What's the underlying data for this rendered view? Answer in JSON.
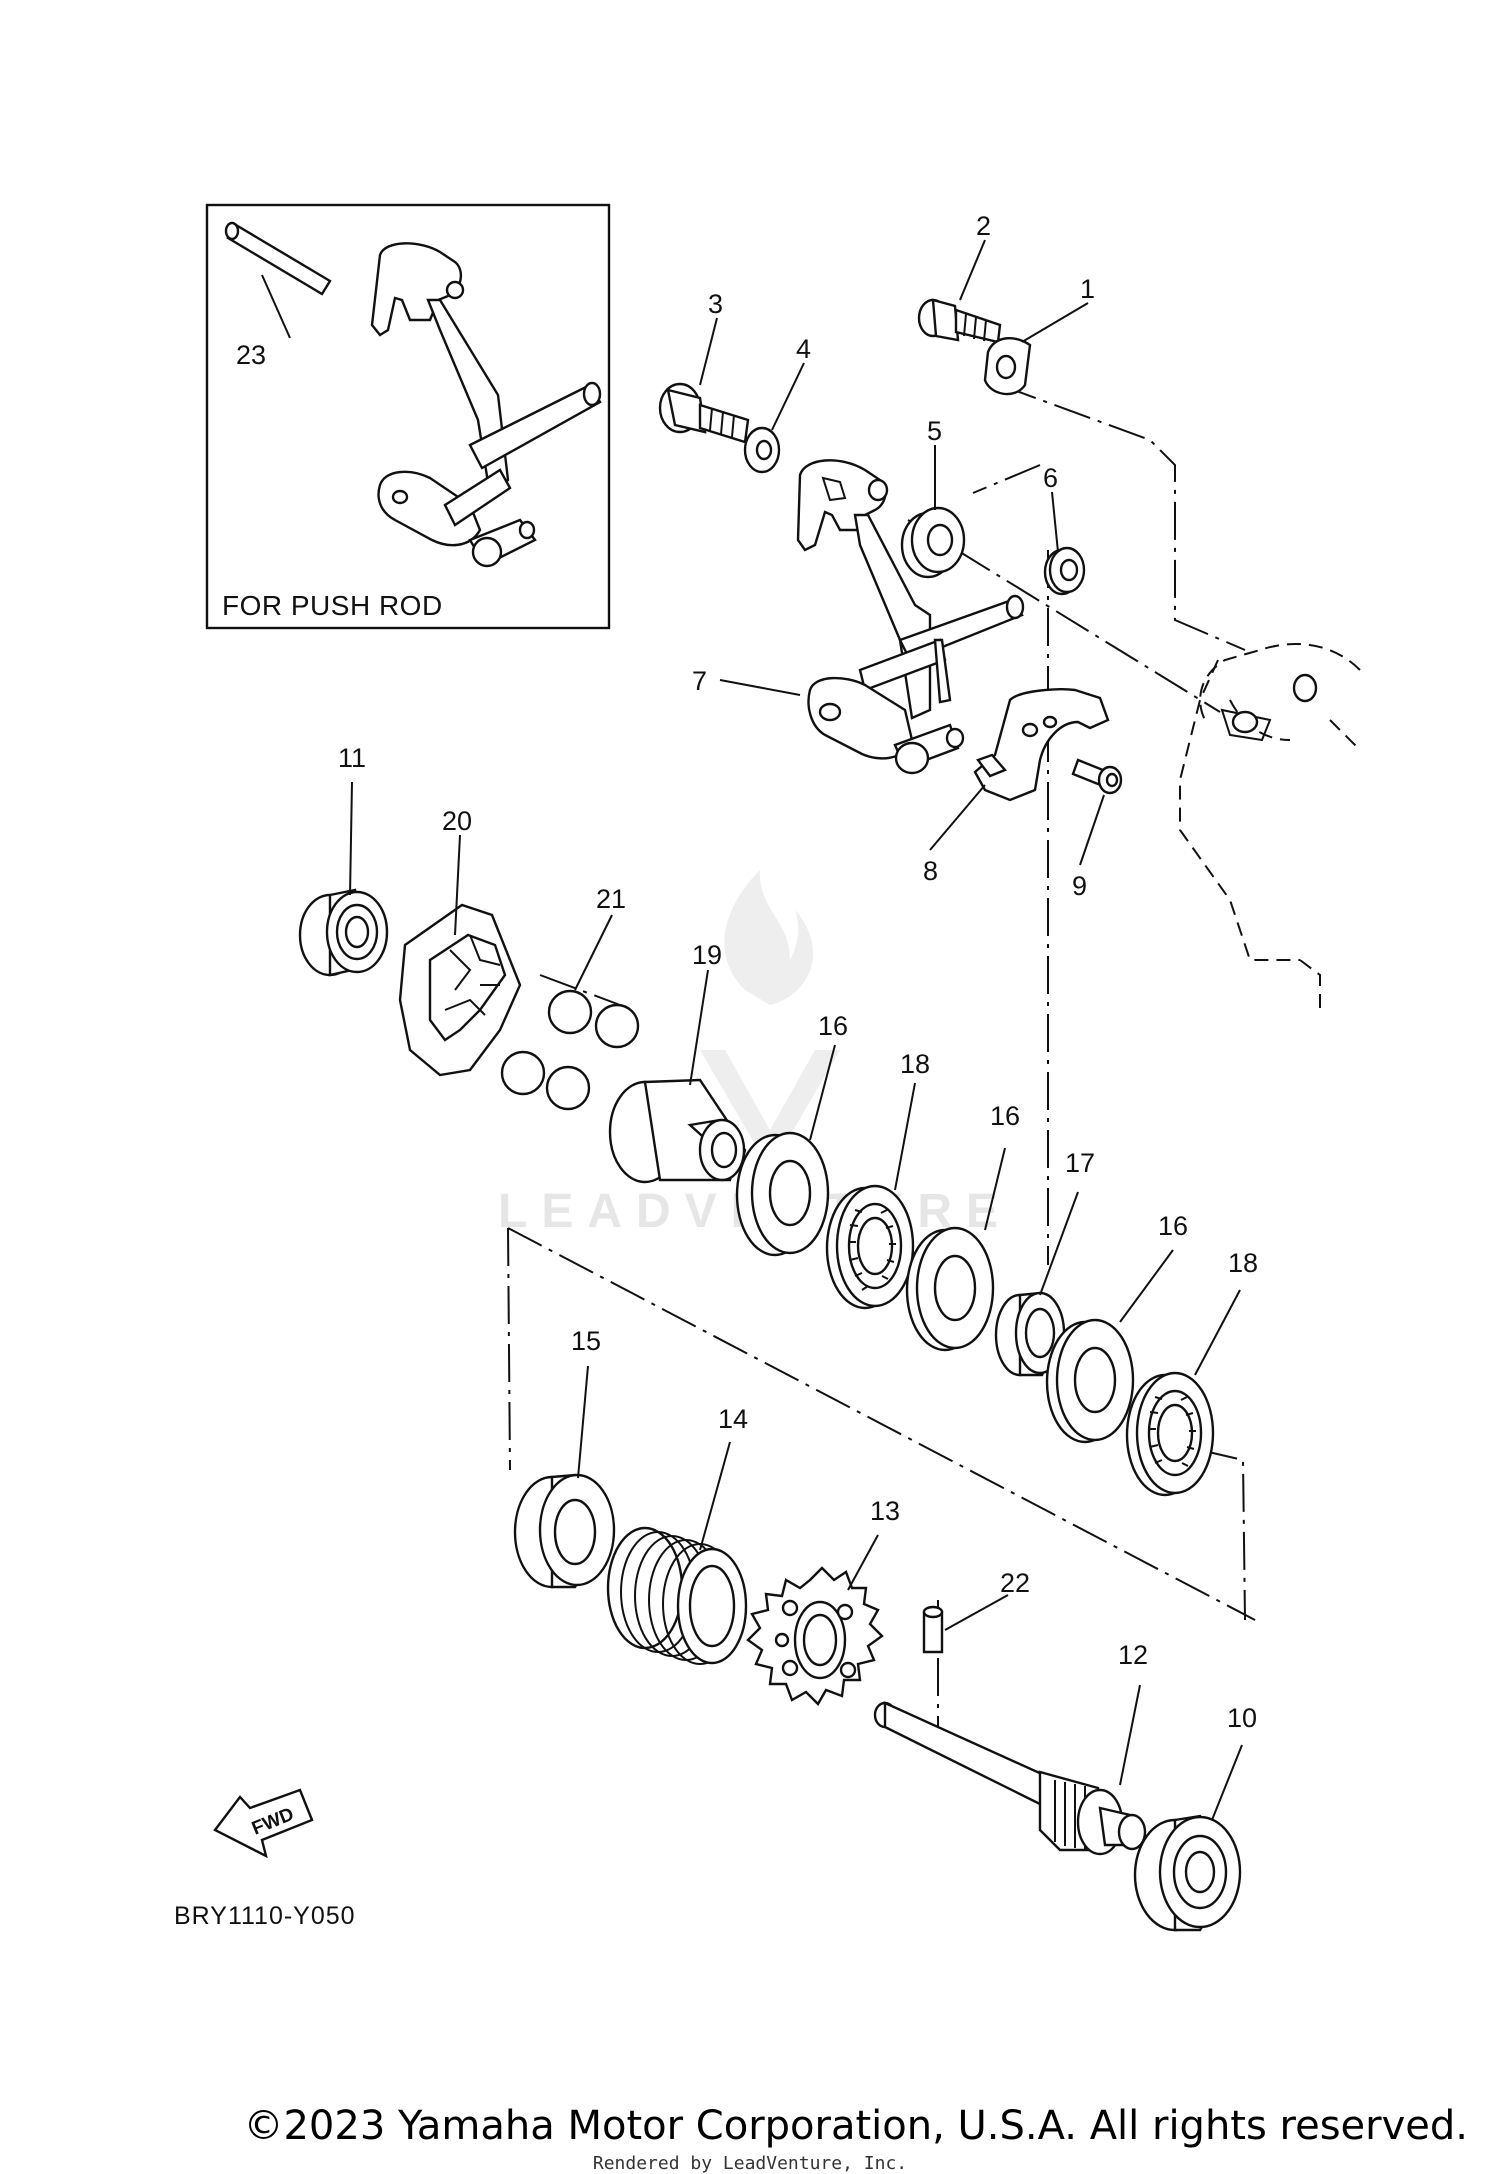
{
  "inset": {
    "title": "FOR PUSH ROD"
  },
  "callouts": [
    {
      "id": "1",
      "label": "1"
    },
    {
      "id": "2",
      "label": "2"
    },
    {
      "id": "3",
      "label": "3"
    },
    {
      "id": "4",
      "label": "4"
    },
    {
      "id": "5",
      "label": "5"
    },
    {
      "id": "6",
      "label": "6"
    },
    {
      "id": "7",
      "label": "7"
    },
    {
      "id": "8",
      "label": "8"
    },
    {
      "id": "9",
      "label": "9"
    },
    {
      "id": "10",
      "label": "10"
    },
    {
      "id": "11",
      "label": "11"
    },
    {
      "id": "12",
      "label": "12"
    },
    {
      "id": "13",
      "label": "13"
    },
    {
      "id": "14",
      "label": "14"
    },
    {
      "id": "15",
      "label": "15"
    },
    {
      "id": "16a",
      "label": "16"
    },
    {
      "id": "16b",
      "label": "16"
    },
    {
      "id": "16c",
      "label": "16"
    },
    {
      "id": "17",
      "label": "17"
    },
    {
      "id": "18a",
      "label": "18"
    },
    {
      "id": "18b",
      "label": "18"
    },
    {
      "id": "19",
      "label": "19"
    },
    {
      "id": "20",
      "label": "20"
    },
    {
      "id": "21",
      "label": "21"
    },
    {
      "id": "22",
      "label": "22"
    },
    {
      "id": "23",
      "label": "23"
    }
  ],
  "fwd_label": "FWD",
  "diagram_code": "BRY1110-Y050",
  "watermark": "LEADVENTURE",
  "copyright": "©2023 Yamaha Motor Corporation, U.S.A. All rights reserved.",
  "rendered_by": "Rendered by LeadVenture, Inc."
}
